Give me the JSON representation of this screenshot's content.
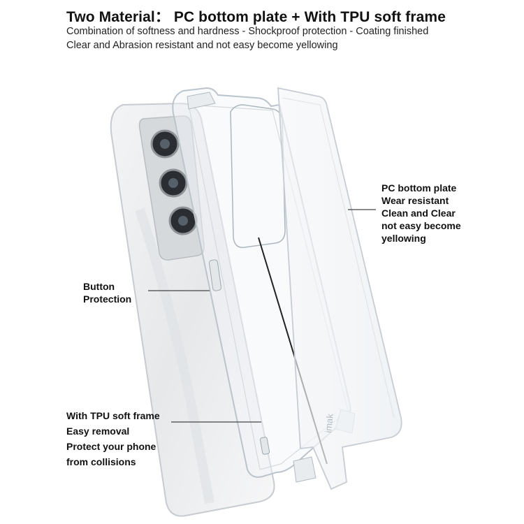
{
  "header": {
    "title": "Two Material： PC bottom plate + With TPU soft frame",
    "line1": "Combination of softness and hardness - Shockproof protection - Coating finished",
    "line2": "Clear and Abrasion resistant and not easy become yellowing"
  },
  "callouts": {
    "pc_plate": [
      "PC bottom plate",
      "Wear resistant",
      "Clean and Clear",
      "not easy become",
      "yellowing"
    ],
    "button": [
      "Button",
      "Protection"
    ],
    "tpu_frame": [
      "With TPU soft frame",
      "Easy removal",
      "Protect your phone",
      "from collisions"
    ]
  },
  "product": {
    "watermark": "imak",
    "colors": {
      "phone_body": "#eceff1",
      "camera_island": "#d9dcdf",
      "case_edge": "#c9cfd5",
      "leader_line": "#444444"
    }
  }
}
